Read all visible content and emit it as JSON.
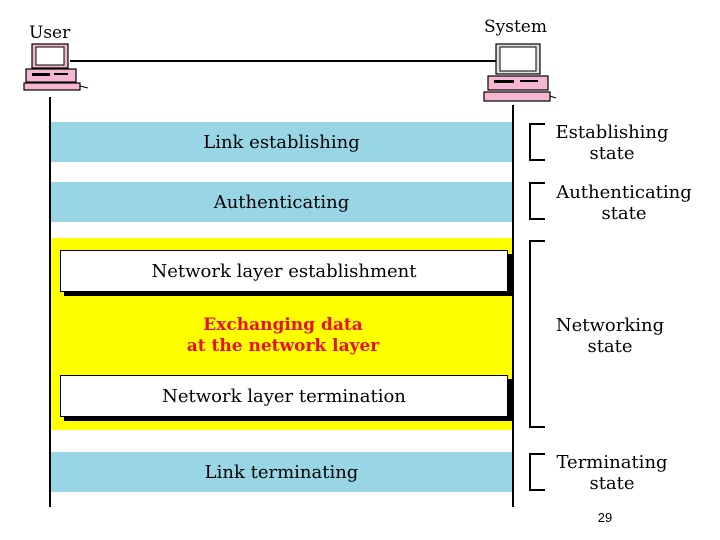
{
  "parties": {
    "user": "User",
    "system": "System"
  },
  "phases": {
    "link_establishing": "Link establishing",
    "authenticating": "Authenticating",
    "network_layer_establishment": "Network layer establishment",
    "exchanging_line1": "Exchanging data",
    "exchanging_line2": "at the network layer",
    "network_layer_termination": "Network layer termination",
    "link_terminating": "Link terminating"
  },
  "states": {
    "establishing_line1": "Establishing",
    "establishing_line2": "state",
    "authenticating_line1": "Authenticating",
    "authenticating_line2": "state",
    "networking_line1": "Networking",
    "networking_line2": "state",
    "terminating_line1": "Terminating",
    "terminating_line2": "state"
  },
  "colors": {
    "band": "#98d6e6",
    "network_area": "#ffff00",
    "exchange_text": "#e8102a",
    "computer_pink": "#f4b6d0"
  },
  "icons": {
    "user": "computer-icon",
    "system": "computer-icon"
  },
  "page_number": "29"
}
